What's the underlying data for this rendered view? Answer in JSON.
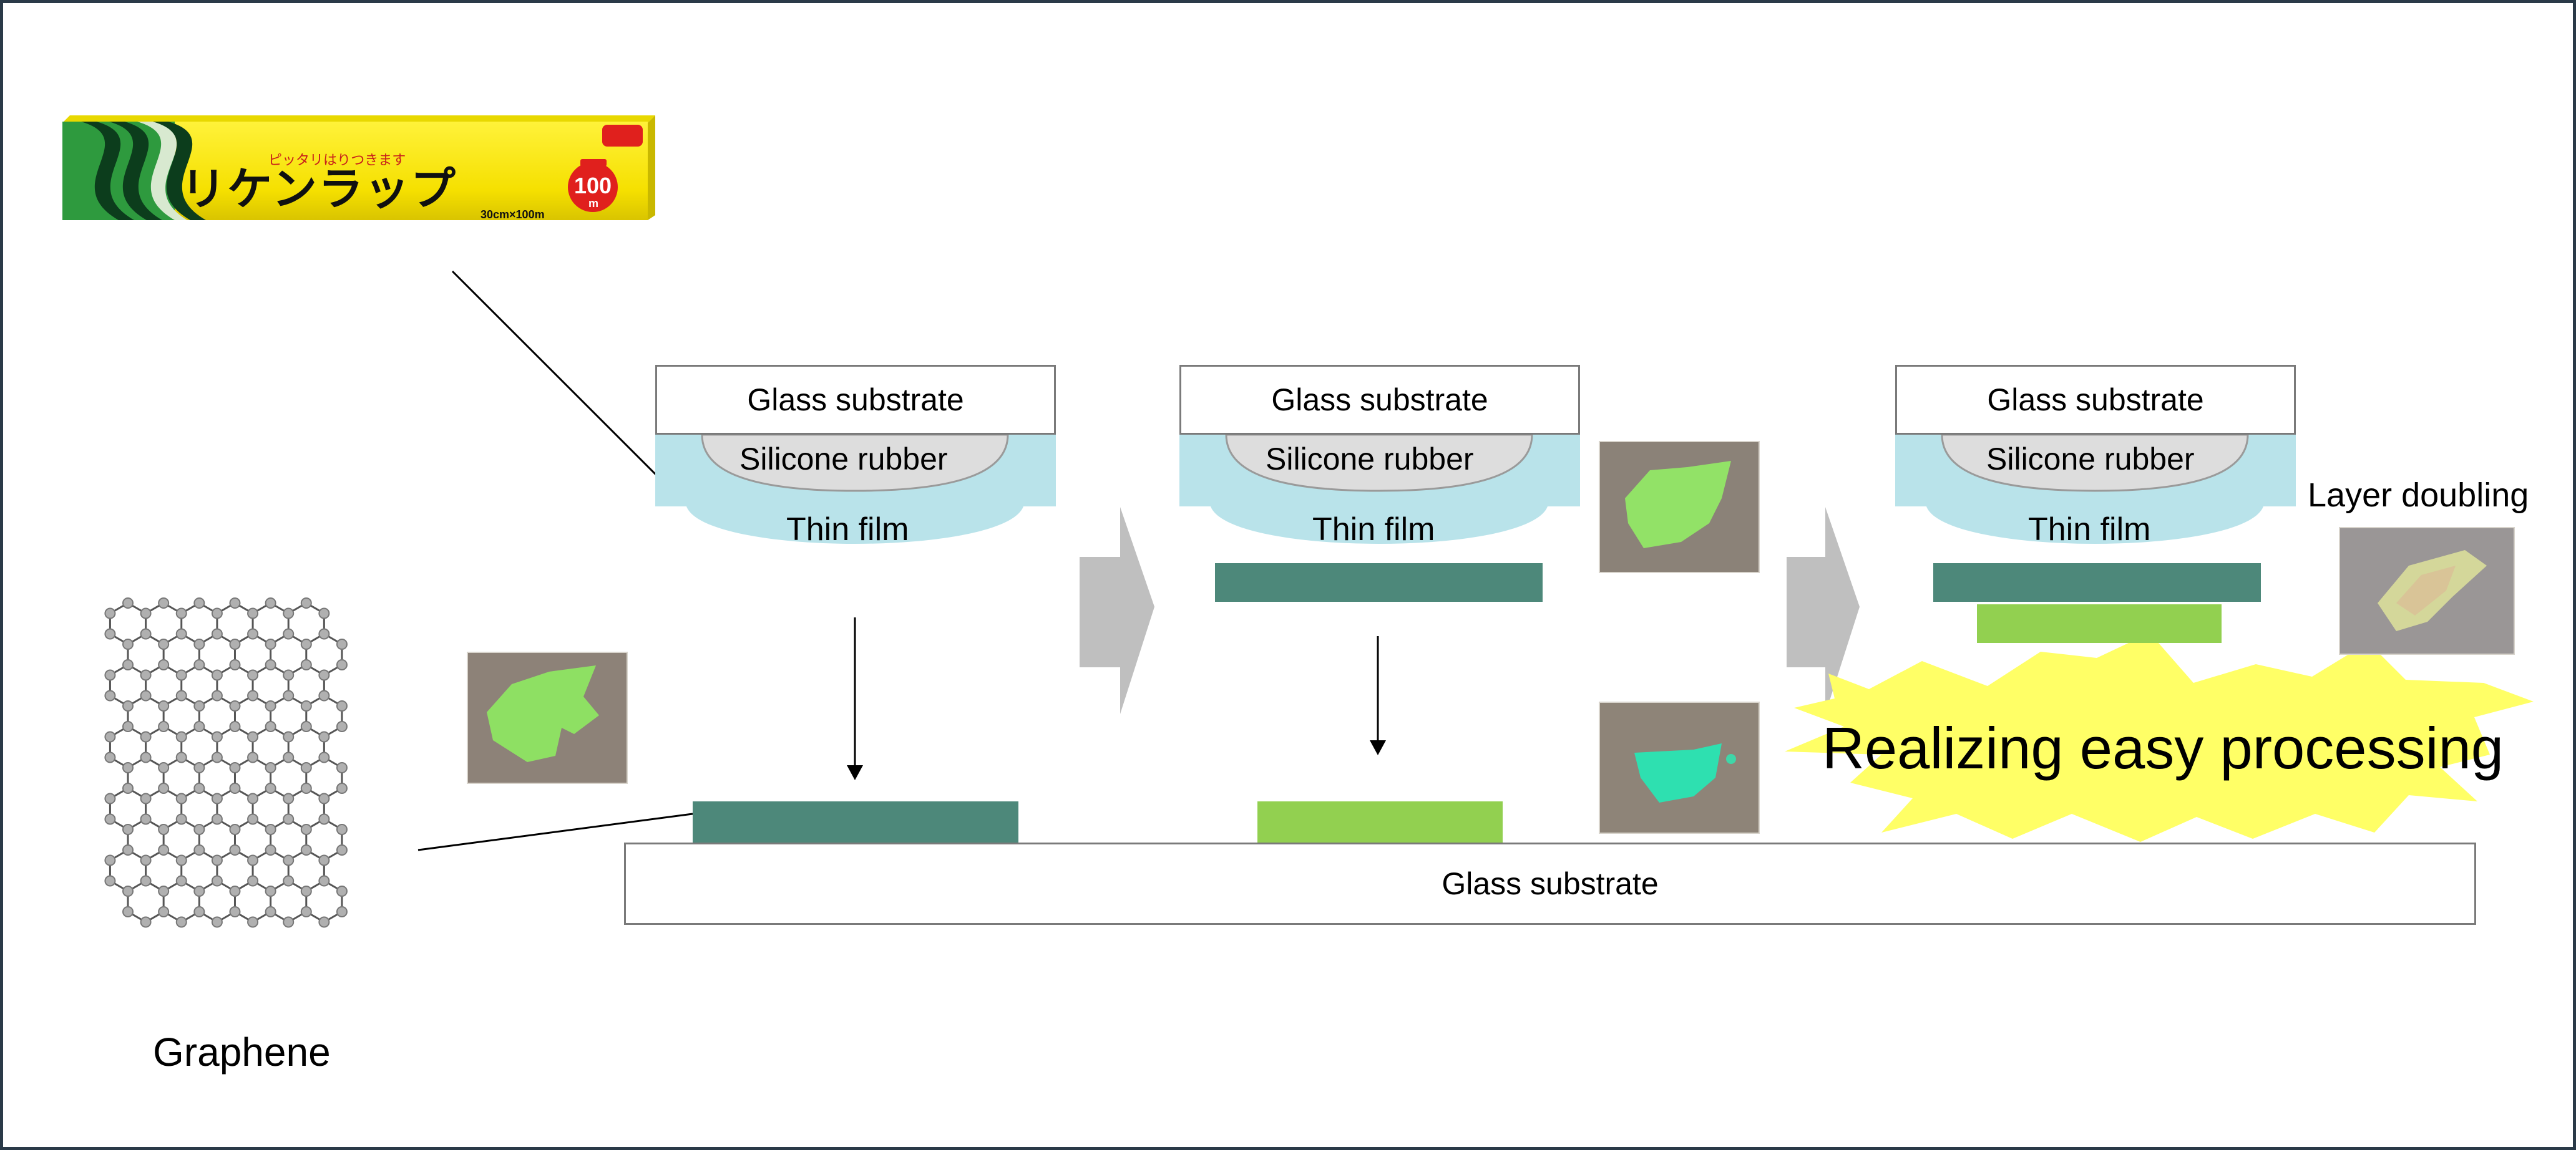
{
  "product_box": {
    "brand_text": "リケンラップ",
    "sub_text": "ピッタリはりつきます",
    "size_text": "30cm×100m",
    "badge_number": "100",
    "badge_unit": "m"
  },
  "diagram": {
    "glass_substrate_label": "Glass substrate",
    "silicone_rubber_label": "Silicone rubber",
    "thin_film_label": "Thin film",
    "bottom_glass_label": "Glass substrate",
    "graphene_label": "Graphene",
    "layer_doubling_label": "Layer doubling",
    "highlight_text": "Realizing easy processing"
  },
  "colors": {
    "thin_film": "#b9e3ea",
    "silicone": "#dddddd",
    "dark_layer": "#4d887a",
    "light_layer": "#92d050",
    "arrow_gray": "#bfbfbf",
    "burst": "#ffff66",
    "border": "#2a3a48"
  }
}
